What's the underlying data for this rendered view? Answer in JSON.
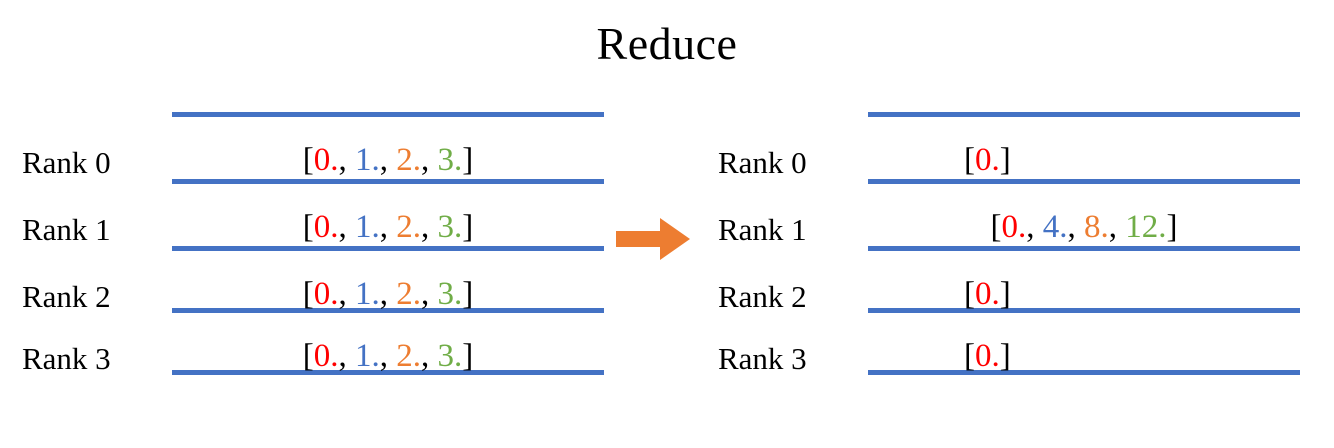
{
  "title": "Reduce",
  "colors": {
    "red": "#FF0000",
    "blue": "#4472C4",
    "orange": "#ED7D31",
    "green": "#70AD47",
    "rule": "#4472C4",
    "arrow": "#ED7D31",
    "text": "#000000",
    "background": "#FFFFFF"
  },
  "arrow": {
    "icon": "right-arrow-icon",
    "direction": "right",
    "color": "#ED7D31"
  },
  "panels": [
    {
      "id": "before",
      "rows": [
        {
          "label": "Rank 0",
          "value_text": "[0., 1., 2., 3.]",
          "tokens": [
            {
              "t": "[",
              "c": "#000000"
            },
            {
              "t": "0.",
              "c": "#FF0000"
            },
            {
              "t": ", ",
              "c": "#000000"
            },
            {
              "t": "1.",
              "c": "#4472C4"
            },
            {
              "t": ", ",
              "c": "#000000"
            },
            {
              "t": "2.",
              "c": "#ED7D31"
            },
            {
              "t": ", ",
              "c": "#000000"
            },
            {
              "t": "3.",
              "c": "#70AD47"
            },
            {
              "t": "]",
              "c": "#000000"
            }
          ]
        },
        {
          "label": "Rank 1",
          "value_text": "[0., 1., 2., 3.]",
          "tokens": [
            {
              "t": "[",
              "c": "#000000"
            },
            {
              "t": "0.",
              "c": "#FF0000"
            },
            {
              "t": ", ",
              "c": "#000000"
            },
            {
              "t": "1.",
              "c": "#4472C4"
            },
            {
              "t": ", ",
              "c": "#000000"
            },
            {
              "t": "2.",
              "c": "#ED7D31"
            },
            {
              "t": ", ",
              "c": "#000000"
            },
            {
              "t": "3.",
              "c": "#70AD47"
            },
            {
              "t": "]",
              "c": "#000000"
            }
          ]
        },
        {
          "label": "Rank 2",
          "value_text": "[0., 1., 2., 3.]",
          "tokens": [
            {
              "t": "[",
              "c": "#000000"
            },
            {
              "t": "0.",
              "c": "#FF0000"
            },
            {
              "t": ", ",
              "c": "#000000"
            },
            {
              "t": "1.",
              "c": "#4472C4"
            },
            {
              "t": ", ",
              "c": "#000000"
            },
            {
              "t": "2.",
              "c": "#ED7D31"
            },
            {
              "t": ", ",
              "c": "#000000"
            },
            {
              "t": "3.",
              "c": "#70AD47"
            },
            {
              "t": "]",
              "c": "#000000"
            }
          ]
        },
        {
          "label": "Rank 3",
          "value_text": "[0., 1., 2., 3.]",
          "tokens": [
            {
              "t": "[",
              "c": "#000000"
            },
            {
              "t": "0.",
              "c": "#FF0000"
            },
            {
              "t": ", ",
              "c": "#000000"
            },
            {
              "t": "1.",
              "c": "#4472C4"
            },
            {
              "t": ", ",
              "c": "#000000"
            },
            {
              "t": "2.",
              "c": "#ED7D31"
            },
            {
              "t": ", ",
              "c": "#000000"
            },
            {
              "t": "3.",
              "c": "#70AD47"
            },
            {
              "t": "]",
              "c": "#000000"
            }
          ]
        }
      ]
    },
    {
      "id": "after",
      "rows": [
        {
          "label": "Rank 0",
          "value_text": "[0.]",
          "align": "left",
          "tokens": [
            {
              "t": "[",
              "c": "#000000"
            },
            {
              "t": "0.",
              "c": "#FF0000"
            },
            {
              "t": "]",
              "c": "#000000"
            }
          ]
        },
        {
          "label": "Rank 1",
          "value_text": "[0., 4., 8., 12.]",
          "tokens": [
            {
              "t": "[",
              "c": "#000000"
            },
            {
              "t": "0.",
              "c": "#FF0000"
            },
            {
              "t": ", ",
              "c": "#000000"
            },
            {
              "t": "4.",
              "c": "#4472C4"
            },
            {
              "t": ", ",
              "c": "#000000"
            },
            {
              "t": "8.",
              "c": "#ED7D31"
            },
            {
              "t": ", ",
              "c": "#000000"
            },
            {
              "t": "12.",
              "c": "#70AD47"
            },
            {
              "t": "]",
              "c": "#000000"
            }
          ]
        },
        {
          "label": "Rank 2",
          "value_text": "[0.]",
          "align": "left",
          "tokens": [
            {
              "t": "[",
              "c": "#000000"
            },
            {
              "t": "0.",
              "c": "#FF0000"
            },
            {
              "t": "]",
              "c": "#000000"
            }
          ]
        },
        {
          "label": "Rank 3",
          "value_text": "[0.]",
          "align": "left",
          "tokens": [
            {
              "t": "[",
              "c": "#000000"
            },
            {
              "t": "0.",
              "c": "#FF0000"
            },
            {
              "t": "]",
              "c": "#000000"
            }
          ]
        }
      ]
    }
  ]
}
